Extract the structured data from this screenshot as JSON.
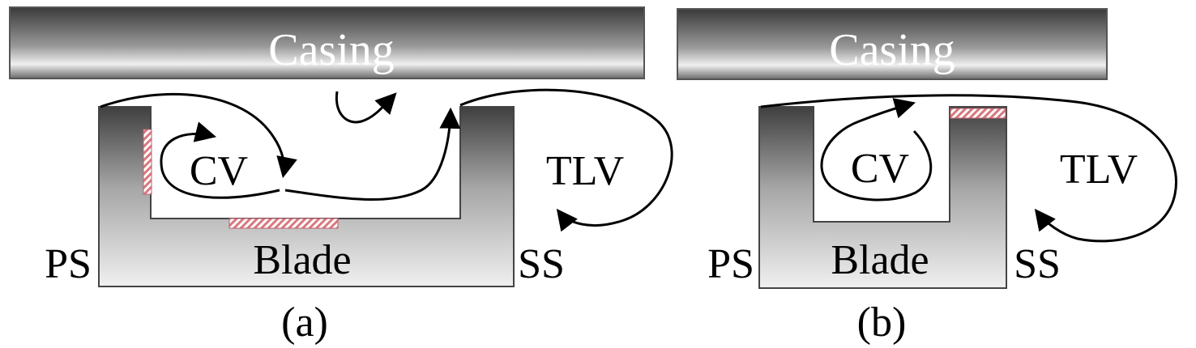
{
  "panel_a": {
    "casing": "Casing",
    "blade": "Blade",
    "cv": "CV",
    "tlv": "TLV",
    "ps": "PS",
    "ss": "SS",
    "caption": "(a)"
  },
  "panel_b": {
    "casing": "Casing",
    "blade": "Blade",
    "cv": "CV",
    "tlv": "TLV",
    "ps": "PS",
    "ss": "SS",
    "caption": "(b)"
  },
  "colors": {
    "casing_dark": "#3a3a3a",
    "casing_light": "#f2f2f2",
    "blade_dark": "#3f3f3f",
    "blade_light": "#eeeeee",
    "hatch": "#d9777e"
  }
}
